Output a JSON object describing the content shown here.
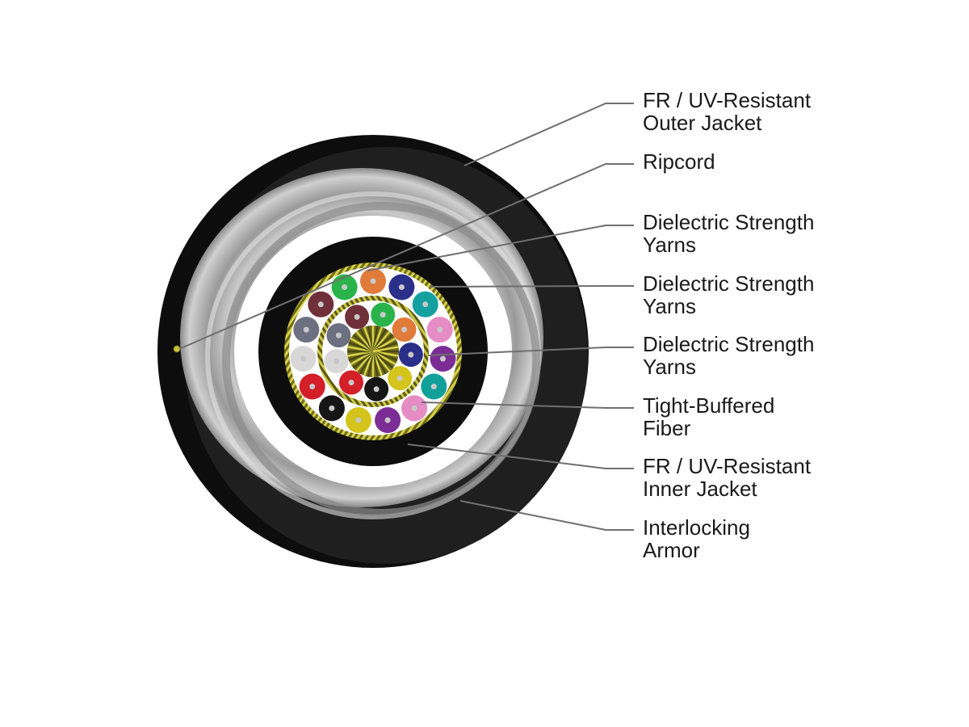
{
  "labels": [
    {
      "line1": "FR / UV-Resistant",
      "line2": "Outer Jacket"
    },
    {
      "line1": "Ripcord",
      "line2": ""
    },
    {
      "line1": "Dielectric Strength",
      "line2": "Yarns"
    },
    {
      "line1": "Dielectric Strength",
      "line2": "Yarns"
    },
    {
      "line1": "Dielectric Strength",
      "line2": "Yarns"
    },
    {
      "line1": "Tight-Buffered",
      "line2": "Fiber"
    },
    {
      "line1": "FR / UV-Resistant",
      "line2": "Inner Jacket"
    },
    {
      "line1": "Interlocking",
      "line2": "Armor"
    }
  ],
  "colors": {
    "jacket": "#0d0d0d",
    "armor": "#a9a9a9",
    "yarn": "#8d8a2a",
    "leader": "#6f6f6f"
  },
  "fibers": {
    "outer_ring": [
      "#e07b39",
      "#2a2f8a",
      "#15a0a0",
      "#e58cc4",
      "#7b2d95",
      "#12a09a",
      "#e58cc4",
      "#7b2d95",
      "#d4c41c",
      "#161616",
      "#d31f28",
      "#d8d8d8",
      "#6d7080",
      "#70303a",
      "#29b34a"
    ],
    "inner_ring": [
      "#29b34a",
      "#e07b39",
      "#2a2f8a",
      "#d4c41c",
      "#161616",
      "#d31f28",
      "#d8d8d8",
      "#6d7080",
      "#70303a"
    ]
  }
}
